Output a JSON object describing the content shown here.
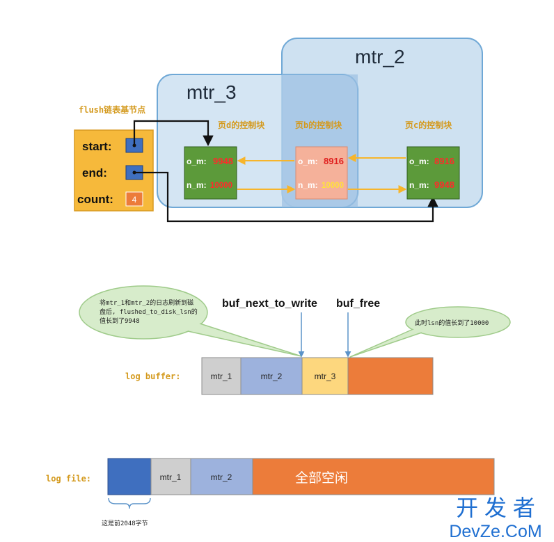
{
  "top": {
    "mtr2_label": "mtr_2",
    "mtr3_label": "mtr_3",
    "flush_head_caption": "flush链表基节点",
    "start_label": "start:",
    "end_label": "end:",
    "count_label": "count:",
    "count_value": "4",
    "page_d": {
      "caption": "页d的控制块",
      "om_label": "o_m:",
      "om_value": "9948",
      "nm_label": "n_m:",
      "nm_value": "10000"
    },
    "page_b": {
      "caption": "页b的控制块",
      "om_label": "o_m:",
      "om_value": "8916",
      "nm_label": "n_m:",
      "nm_value": "10000"
    },
    "page_c": {
      "caption": "页c的控制块",
      "om_label": "o_m:",
      "om_value": "8916",
      "nm_label": "n_m:",
      "nm_value": "9948"
    }
  },
  "middle": {
    "bubble_left_lines": [
      "将mtr_1和mtr_2的日志刷新到磁",
      "盘后, flushed_to_disk_lsn的",
      "值长到了9948"
    ],
    "bubble_right": "此时lsn的值长到了10000",
    "buf_next_to_write": "buf_next_to_write",
    "buf_free": "buf_free",
    "log_buffer_label": "log buffer:",
    "seg_mtr1": "mtr_1",
    "seg_mtr2": "mtr_2",
    "seg_mtr3": "mtr_3"
  },
  "bottom": {
    "log_file_label": "log file:",
    "seg_mtr1": "mtr_1",
    "seg_mtr2": "mtr_2",
    "free_label": "全部空闲",
    "header_note": "这是前2048字节"
  },
  "watermark": {
    "line1": "开 发 者",
    "line2": "DevZe.CoM"
  },
  "colors": {
    "mtr_region": "#c5dcef",
    "mtr_border": "#6fa8d6",
    "flush_box": "#f6b93b",
    "green_block": "#5c9a3a",
    "salmon_block": "#f5b19a",
    "orange": "#ec7c3a",
    "blue_square": "#3f6fbf",
    "arrow_yellow": "#f7b52b",
    "gray_seg": "#cfcfcf",
    "blue_seg": "#9db2dd",
    "yellow_seg": "#fdd77e",
    "bubble": "#d7eccb"
  }
}
